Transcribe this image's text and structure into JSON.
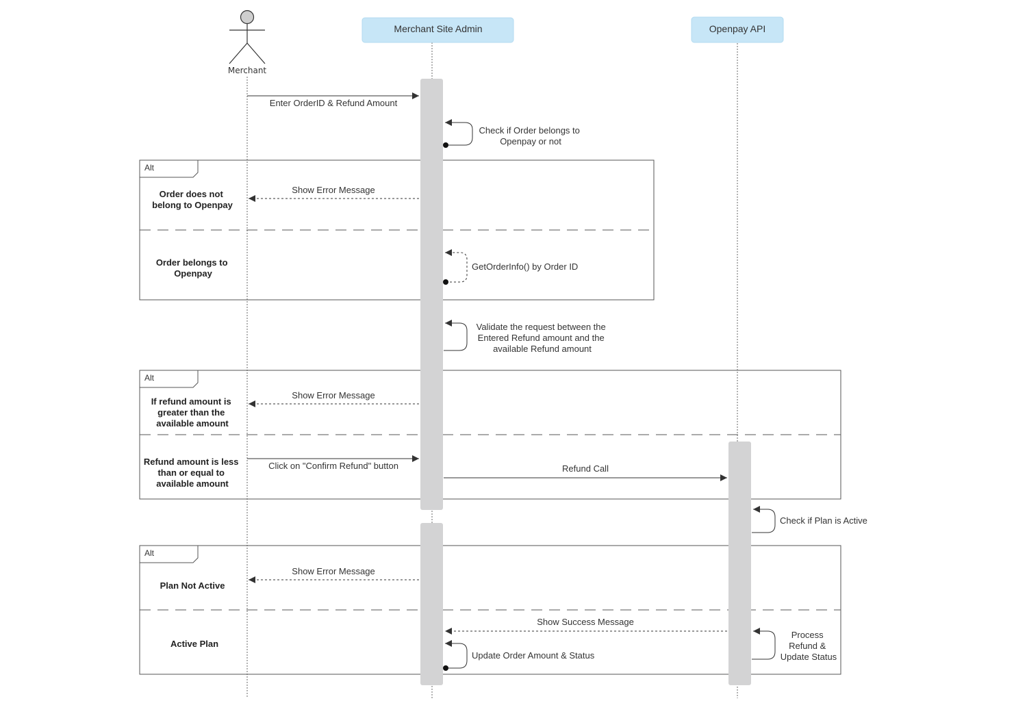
{
  "participants": {
    "merchant": "Merchant",
    "admin": "Merchant Site Admin",
    "api": "Openpay API"
  },
  "fragments": [
    {
      "tag": "Alt",
      "conditions": [
        [
          "Order does not",
          "belong to Openpay"
        ],
        [
          "Order belongs to",
          "Openpay"
        ]
      ]
    },
    {
      "tag": "Alt",
      "conditions": [
        [
          "If refund amount is",
          "greater than the",
          "available amount"
        ],
        [
          "Refund amount is less",
          "than or equal to",
          "available amount"
        ]
      ]
    },
    {
      "tag": "Alt",
      "conditions": [
        [
          "Plan Not Active"
        ],
        [
          "Active Plan"
        ]
      ]
    }
  ],
  "messages": {
    "enter_order": "Enter OrderID & Refund Amount",
    "check_order": [
      "Check if Order belongs to",
      "Openpay or not"
    ],
    "error_1": "Show Error Message",
    "get_order_info": "GetOrderInfo() by Order ID",
    "validate": [
      "Validate the request between the",
      "Entered Refund amount and the",
      "available Refund amount"
    ],
    "error_2": "Show Error Message",
    "confirm_refund": "Click on \"Confirm Refund\" button",
    "refund_call": "Refund Call",
    "check_plan": "Check if Plan is Active",
    "error_3": "Show Error Message",
    "success": "Show Success Message",
    "process_refund": [
      "Process",
      "Refund &",
      "Update Status"
    ],
    "update_order": "Update Order Amount & Status"
  },
  "colors": {
    "participant_fill": "#c7e6f7",
    "activation_fill": "#d3d3d4",
    "line": "#333333",
    "frame": "#555555"
  }
}
